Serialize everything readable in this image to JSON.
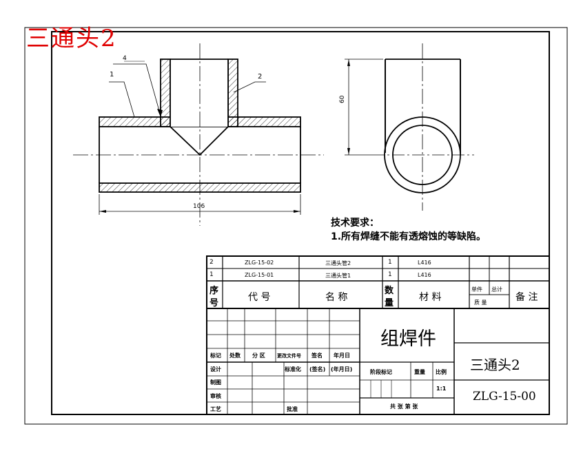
{
  "drawing_title": "三通头2",
  "part_labels": {
    "p1": "1",
    "p2": "2"
  },
  "weld_symbol": "4",
  "dimensions": {
    "length": "106",
    "height": "60"
  },
  "tech_requirements": {
    "heading": "技术要求：",
    "items": [
      "1.所有焊缝不能有透熔蚀的等缺陷。"
    ]
  },
  "bom": {
    "rows": [
      {
        "seq": "2",
        "code": "ZLG-15-02",
        "name": "三通头管2",
        "qty": "1",
        "material": "L416"
      },
      {
        "seq": "1",
        "code": "ZLG-15-01",
        "name": "三通头管1",
        "qty": "1",
        "material": "L416"
      }
    ],
    "header": {
      "seq_top": "序",
      "seq_bottom": "号",
      "code": "代  号",
      "name": "名  称",
      "qty_top": "数",
      "qty_bottom": "量",
      "material": "材  料",
      "unit": "单件",
      "total": "总计",
      "weight": "质      量",
      "remark": "备  注"
    }
  },
  "title_block": {
    "rev_labels": [
      "标记",
      "处数",
      "分  区",
      "更改文件号",
      "签名",
      "年月日"
    ],
    "design": "设计",
    "standardize": "标准化",
    "sign": "(签名)",
    "date": "(年月日)",
    "drafting": "制图",
    "review": "审核",
    "process": "工艺",
    "approve": "批准",
    "stage_mark": "阶段标记",
    "weight": "重量",
    "scale": "比例",
    "scale_value": "1:1",
    "sheets": "共  张    第  张",
    "part_title": "组焊件",
    "drawing_name": "三通头2",
    "drawing_number": "ZLG-15-00"
  }
}
